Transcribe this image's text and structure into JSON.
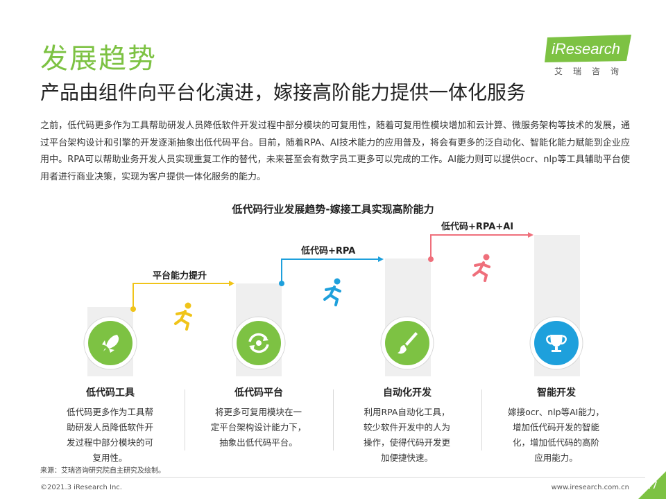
{
  "header": {
    "title": "发展趋势",
    "subtitle": "产品由组件向平台化演进，嫁接高阶能力提供一体化服务"
  },
  "logo": {
    "brand": "iResearch",
    "cn": "艾瑞咨询"
  },
  "intro": "之前，低代码更多作为工具帮助研发人员降低软件开发过程中部分模块的可复用性，随着可复用性模块增加和云计算、微服务架构等技术的发展，通过平台架构设计和引擎的开发逐渐抽象出低代码平台。目前，随着RPA、AI技术能力的应用普及，将会有更多的泛自动化、智能化能力赋能到企业应用中。RPA可以帮助业务开发人员实现重复工作的替代，未来甚至会有数字员工更多可以完成的工作。AI能力则可以提供ocr、nlp等工具辅助平台使用者进行商业决策，实现为客户提供一体化服务的能力。",
  "diagram": {
    "title": "低代码行业发展趋势-嫁接工具实现高阶能力",
    "steps": [
      {
        "label": "平台能力提升",
        "color": "#f0c419"
      },
      {
        "label": "低代码+RPA",
        "color": "#1ea0dc"
      },
      {
        "label": "低代码+RPA+AI",
        "color": "#ef6f7b"
      }
    ],
    "nodes": [
      {
        "title": "低代码工具",
        "desc": [
          "低代码更多作为工具帮",
          "助研发人员降低软件开",
          "发过程中部分模块的可",
          "复用性。"
        ],
        "color": "#7dc243",
        "icon": "rocket-icon"
      },
      {
        "title": "低代码平台",
        "desc": [
          "将更多可复用模块在一",
          "定平台架构设计能力下，",
          "抽象出低代码平台。"
        ],
        "color": "#7dc243",
        "icon": "sync-icon"
      },
      {
        "title": "自动化开发",
        "desc": [
          "利用RPA自动化工具，",
          "较少软件开发中的人为",
          "操作，使得代码开发更",
          "加便捷快速。"
        ],
        "color": "#7dc243",
        "icon": "brush-icon"
      },
      {
        "title": "智能开发",
        "desc": [
          "嫁接ocr、nlp等AI能力，",
          "增加低代码开发的智能",
          "化，增加低代码的高阶",
          "应用能力。"
        ],
        "color": "#1ea0dc",
        "icon": "trophy-icon"
      }
    ]
  },
  "footer": {
    "source": "来源：艾瑞咨询研究院自主研究及绘制。",
    "copyright": "©2021.3 iResearch Inc.",
    "site": "www.iresearch.com.cn",
    "page": "47"
  },
  "colors": {
    "accent": "#7dc243",
    "bar": "#efefef"
  }
}
